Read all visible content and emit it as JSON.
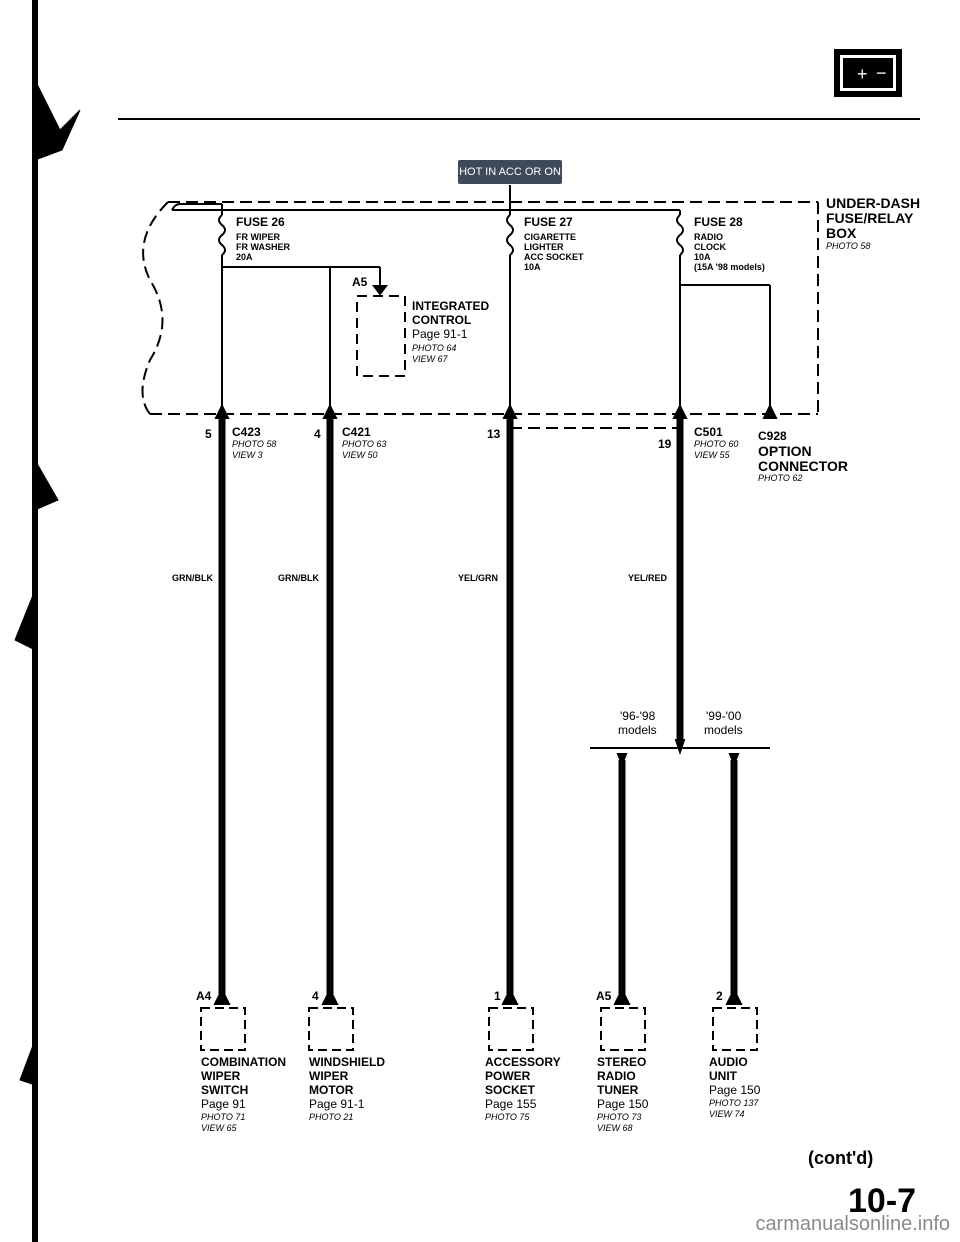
{
  "header": {
    "hot_label": "HOT IN ACC OR ON",
    "battery_plus": "+",
    "battery_minus": "−"
  },
  "box": {
    "name_line1": "UNDER-DASH",
    "name_line2": "FUSE/RELAY",
    "name_line3": "BOX",
    "photo": "PHOTO 58"
  },
  "fuses": [
    {
      "title": "FUSE 26",
      "lines": [
        "FR WIPER",
        "FR WASHER",
        "20A"
      ]
    },
    {
      "title": "FUSE 27",
      "lines": [
        "CIGARETTE",
        "LIGHTER",
        "ACC SOCKET",
        "10A"
      ]
    },
    {
      "title": "FUSE 28",
      "lines": [
        "RADIO",
        "CLOCK",
        "10A",
        "(15A '98 models)"
      ]
    }
  ],
  "integrated": {
    "pin": "A5",
    "line1": "INTEGRATED",
    "line2": "CONTROL",
    "page": "Page 91-1",
    "photo": "PHOTO 64",
    "view": "VIEW 67"
  },
  "connectors": [
    {
      "pin": "5",
      "name": "C423",
      "photo": "PHOTO 58",
      "view": "VIEW 3"
    },
    {
      "pin": "4",
      "name": "C421",
      "photo": "PHOTO 63",
      "view": "VIEW 50"
    },
    {
      "pin": "13",
      "name": "",
      "photo": "",
      "view": ""
    },
    {
      "pin": "19",
      "name": "C501",
      "photo": "PHOTO 60",
      "view": "VIEW 55"
    }
  ],
  "option": {
    "name": "C928",
    "line1": "OPTION",
    "line2": "CONNECTOR",
    "photo": "PHOTO 62"
  },
  "wires": [
    "GRN/BLK",
    "GRN/BLK",
    "YEL/GRN",
    "YEL/RED"
  ],
  "models": {
    "left": [
      "'96-'98",
      "models"
    ],
    "right": [
      "'99-'00",
      "models"
    ]
  },
  "components": [
    {
      "pin": "A4",
      "lines": [
        "COMBINATION",
        "WIPER",
        "SWITCH"
      ],
      "page": "Page 91",
      "refs": [
        "PHOTO 71",
        "VIEW 65"
      ]
    },
    {
      "pin": "4",
      "lines": [
        "WINDSHIELD",
        "WIPER",
        "MOTOR"
      ],
      "page": "Page 91-1",
      "refs": [
        "PHOTO 21"
      ]
    },
    {
      "pin": "1",
      "lines": [
        "ACCESSORY",
        "POWER",
        "SOCKET"
      ],
      "page": "Page 155",
      "refs": [
        "PHOTO 75"
      ]
    },
    {
      "pin": "A5",
      "lines": [
        "STEREO",
        "RADIO",
        "TUNER"
      ],
      "page": "Page 150",
      "refs": [
        "PHOTO 73",
        "VIEW 68"
      ]
    },
    {
      "pin": "2",
      "lines": [
        "AUDIO",
        "UNIT"
      ],
      "page": "Page 150",
      "refs": [
        "PHOTO 137",
        "VIEW 74"
      ]
    }
  ],
  "footer": {
    "contd": "(cont'd)",
    "page_number": "10-7",
    "watermark": "carmanualsonline.info"
  }
}
